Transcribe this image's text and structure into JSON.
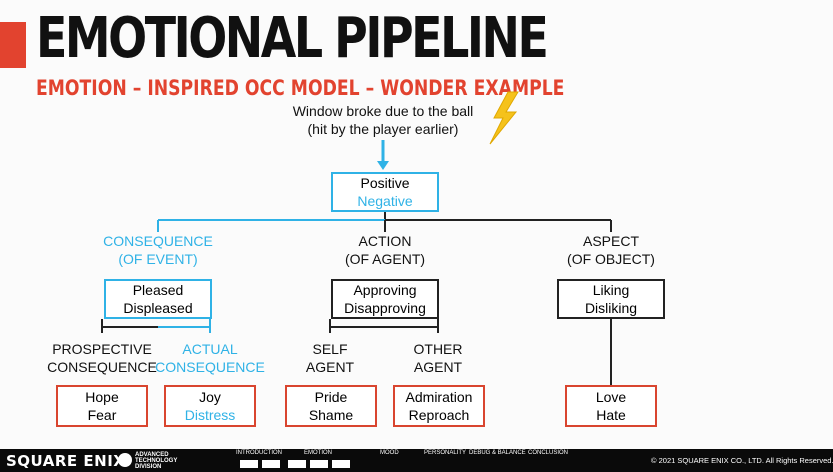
{
  "header": {
    "title": "EMOTIONAL PIPELINE",
    "subtitle": "EMOTION – INSPIRED OCC MODEL – WONDER EXAMPLE"
  },
  "event": {
    "line1": "Window broke due to the ball",
    "line2": "(hit by the player earlier)",
    "icon": "lightning-bolt-icon"
  },
  "root_box": {
    "line1": "Positive",
    "line2": "Negative"
  },
  "branches": {
    "consequence": {
      "label1": "CONSEQUENCE",
      "label2": "(OF EVENT)",
      "box1": "Pleased",
      "box2": "Displeased"
    },
    "action": {
      "label1": "ACTION",
      "label2": "(OF AGENT)",
      "box1": "Approving",
      "box2": "Disapproving"
    },
    "aspect": {
      "label1": "ASPECT",
      "label2": "(OF OBJECT)",
      "box1": "Liking",
      "box2": "Disliking"
    }
  },
  "leaves": {
    "prospective": {
      "label1": "PROSPECTIVE",
      "label2": "CONSEQUENCE",
      "box1": "Hope",
      "box2": "Fear"
    },
    "actual": {
      "label1": "ACTUAL",
      "label2": "CONSEQUENCE",
      "box1": "Joy",
      "box2": "Distress"
    },
    "self_agent": {
      "label1": "SELF",
      "label2": "AGENT",
      "box1": "Pride",
      "box2": "Shame"
    },
    "other_agent": {
      "label1": "OTHER",
      "label2": "AGENT",
      "box1": "Admiration",
      "box2": "Reproach"
    },
    "object": {
      "box1": "Love",
      "box2": "Hate"
    }
  },
  "footer": {
    "logo": "SQUARE ENIX",
    "ati_line1": "ADVANCED",
    "ati_line2": "TECHNOLOGY",
    "ati_line3": "DIVISION",
    "nav": [
      "INTRODUCTION",
      "EMOTION",
      "MOOD",
      "PERSONALITY",
      "DEBUG & BALANCE",
      "CONCLUSION"
    ],
    "copyright": "© 2021 SQUARE ENIX CO., LTD. All Rights Reserved."
  },
  "colors": {
    "accent": "#e2432f",
    "highlight": "#2fb2e6",
    "leaf_border": "#d9452f",
    "footer": "#0a0a0a"
  }
}
